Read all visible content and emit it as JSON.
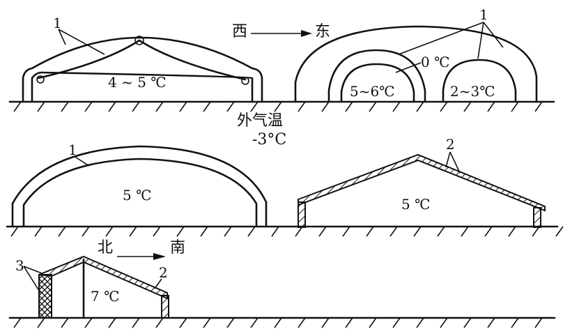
{
  "direction_west_east": {
    "west": "西",
    "east": "东"
  },
  "direction_north_south": {
    "north": "北",
    "south": "南"
  },
  "outside_temp": {
    "label": "外气温",
    "value": "-3°C"
  },
  "labels": {
    "one": "1",
    "two": "2",
    "three": "3"
  },
  "temps": {
    "single_tunnel": "4 ~ 5 ℃",
    "multi_outer": "0 ℃",
    "multi_left": "5~6℃",
    "multi_right": "2~3℃",
    "double_arch": "5 ℃",
    "gable_house": "5 ℃",
    "lean_to": "7 ℃"
  }
}
